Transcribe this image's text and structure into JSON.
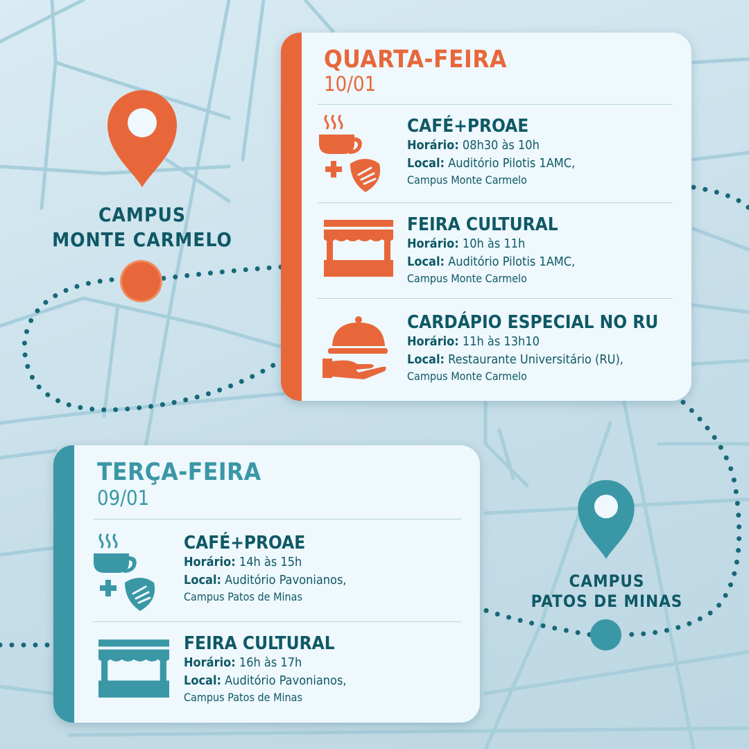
{
  "colors": {
    "orange": "#e8673a",
    "teal": "#3a97a6",
    "text": "#0f5865"
  },
  "campuses": [
    {
      "line1": "CAMPUS",
      "line2": "MONTE CARMELO"
    },
    {
      "line1": "CAMPUS",
      "line2": "PATOS DE MINAS"
    }
  ],
  "wednesday": {
    "day": "QUARTA-FEIRA",
    "date": "10/01",
    "events": [
      {
        "title": "CAFÉ+PROAE",
        "time_label": "Horário:",
        "time": "08h30 às 10h",
        "place_label": "Local:",
        "place": "Auditório Pilotis 1AMC,",
        "campus": "Campus Monte Carmelo",
        "icon": "coffee-care-icon"
      },
      {
        "title": "FEIRA CULTURAL",
        "time_label": "Horário:",
        "time": "10h às 11h",
        "place_label": "Local:",
        "place": "Auditório Pilotis 1AMC,",
        "campus": "Campus Monte Carmelo",
        "icon": "market-stall-icon"
      },
      {
        "title": "CARDÁPIO ESPECIAL NO RU",
        "time_label": "Horário:",
        "time": "11h às 13h10",
        "place_label": "Local:",
        "place": "Restaurante Universitário (RU),",
        "campus": "Campus Monte Carmelo",
        "icon": "food-cloche-icon"
      }
    ]
  },
  "tuesday": {
    "day": "TERÇA-FEIRA",
    "date": "09/01",
    "events": [
      {
        "title": "CAFÉ+PROAE",
        "time_label": "Horário:",
        "time": "14h às 15h",
        "place_label": "Local:",
        "place": "Auditório Pavonianos,",
        "campus": "Campus Patos de Minas",
        "icon": "coffee-care-icon"
      },
      {
        "title": "FEIRA CULTURAL",
        "time_label": "Horário:",
        "time": "16h às 17h",
        "place_label": "Local:",
        "place": "Auditório Pavonianos,",
        "campus": "Campus Patos de Minas",
        "icon": "market-stall-icon"
      }
    ]
  }
}
